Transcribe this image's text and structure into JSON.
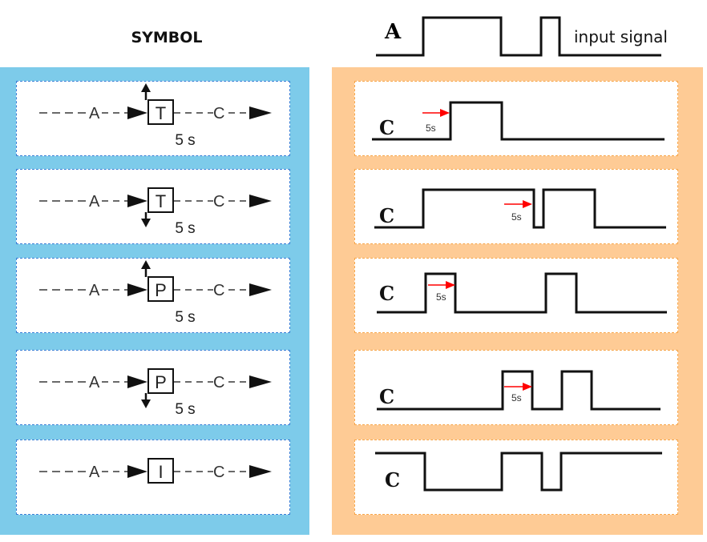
{
  "header": {
    "symbol_title": "SYMBOL",
    "input_name": "A",
    "input_label": "input signal"
  },
  "symbol_rows": [
    {
      "input": "A",
      "block": "T",
      "output": "C",
      "edge_arrow": "up",
      "delay": "5 s"
    },
    {
      "input": "A",
      "block": "T",
      "output": "C",
      "edge_arrow": "down",
      "delay": "5 s"
    },
    {
      "input": "A",
      "block": "P",
      "output": "C",
      "edge_arrow": "up",
      "delay": "5 s"
    },
    {
      "input": "A",
      "block": "P",
      "output": "C",
      "edge_arrow": "down",
      "delay": "5 s"
    },
    {
      "input": "A",
      "block": "I",
      "output": "C",
      "edge_arrow": "none",
      "delay": ""
    }
  ],
  "output_rows": [
    {
      "name": "C",
      "delay_label": "5s"
    },
    {
      "name": "C",
      "delay_label": "5s"
    },
    {
      "name": "C",
      "delay_label": "5s"
    },
    {
      "name": "C",
      "delay_label": "5s"
    },
    {
      "name": "C",
      "delay_label": ""
    }
  ],
  "colors": {
    "symbol_panel": "#7dcbea",
    "timing_panel": "#fecb95",
    "delay_arrow": "#ff0000"
  }
}
